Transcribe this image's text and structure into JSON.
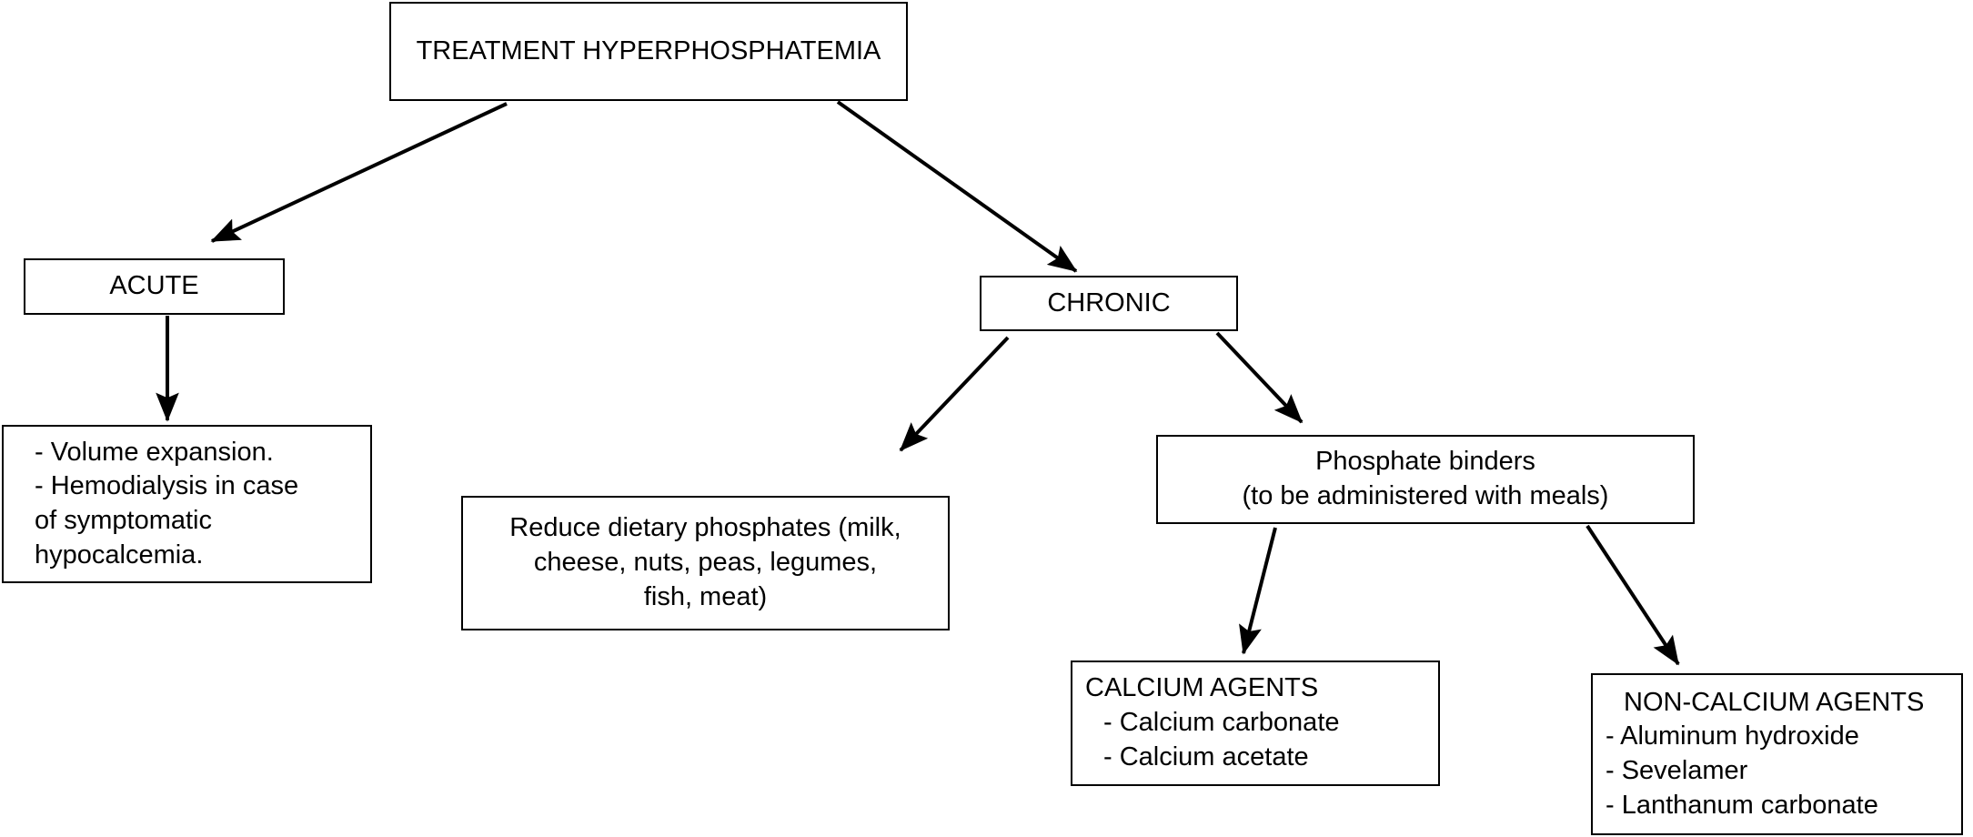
{
  "diagram": {
    "title": "TREATMENT HYPERPHOSPHATEMIA",
    "stroke_color": "#000000",
    "fill_color": "#ffffff",
    "nodes": {
      "root": {
        "label": "TREATMENT HYPERPHOSPHATEMIA"
      },
      "acute": {
        "label": "ACUTE"
      },
      "acute_treatment": {
        "line1": "- Volume expansion.",
        "line2": "- Hemodialysis in case",
        "line3": "of symptomatic",
        "line4": "hypocalcemia."
      },
      "chronic": {
        "label": "CHRONIC"
      },
      "diet": {
        "line1": "Reduce dietary phosphates (milk,",
        "line2": "cheese, nuts, peas, legumes,",
        "line3": "fish, meat)"
      },
      "binders": {
        "line1": "Phosphate binders",
        "line2": "(to be administered with meals)"
      },
      "calcium_agents": {
        "heading": "CALCIUM AGENTS",
        "item1": "- Calcium carbonate",
        "item2": "- Calcium acetate"
      },
      "non_calcium_agents": {
        "heading": "NON-CALCIUM AGENTS",
        "item1": "- Aluminum hydroxide",
        "item2": "- Sevelamer",
        "item3": "- Lanthanum carbonate"
      }
    },
    "edges": [
      {
        "name": "root-to-acute",
        "from": "root",
        "to": "acute"
      },
      {
        "name": "root-to-chronic",
        "from": "root",
        "to": "chronic"
      },
      {
        "name": "acute-to-acute-treatment",
        "from": "acute",
        "to": "acute_treatment"
      },
      {
        "name": "chronic-to-diet",
        "from": "chronic",
        "to": "diet"
      },
      {
        "name": "chronic-to-binders",
        "from": "chronic",
        "to": "binders"
      },
      {
        "name": "binders-to-calcium",
        "from": "binders",
        "to": "calcium_agents"
      },
      {
        "name": "binders-to-non-calcium",
        "from": "binders",
        "to": "non_calcium_agents"
      }
    ]
  }
}
